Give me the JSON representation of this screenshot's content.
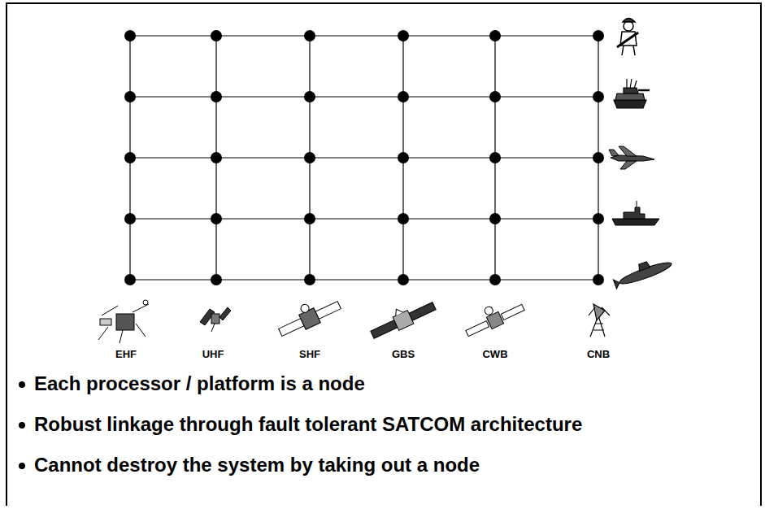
{
  "diagram": {
    "labels": [
      "EHF",
      "UHF",
      "SHF",
      "GBS",
      "CWB",
      "CNB",
      "Each processor / platform is a node",
      "Robust linkage through fault tolerant SATCOM architecture",
      "Cannot destroy the system by taking out a node"
    ]
  }
}
